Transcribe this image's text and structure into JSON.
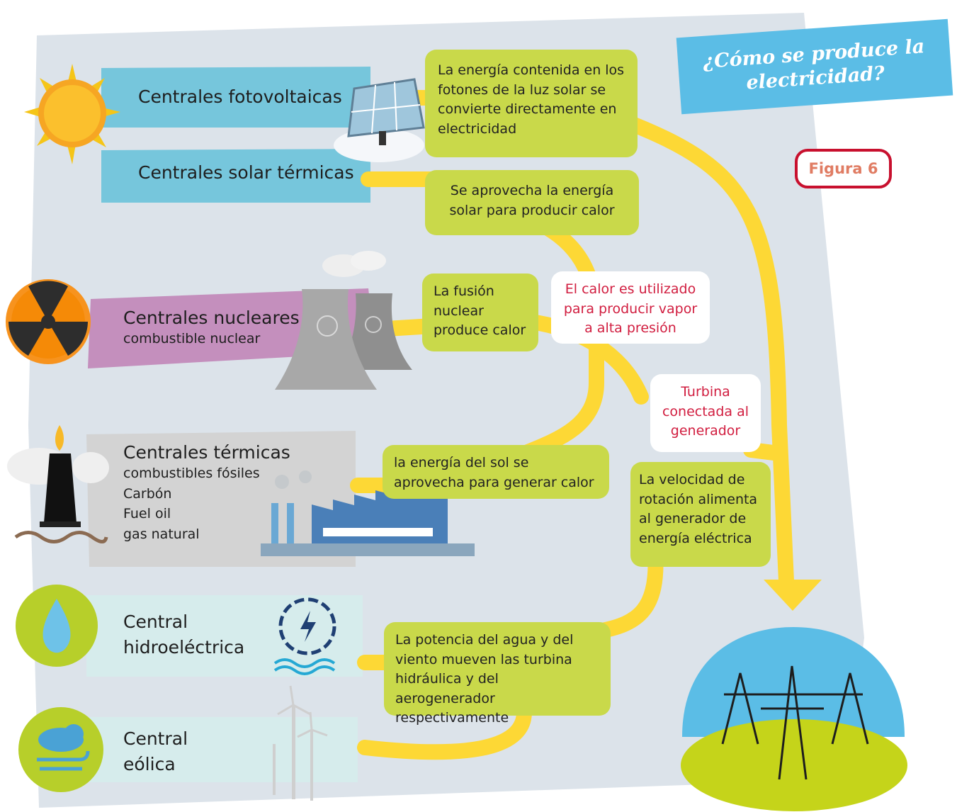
{
  "title": "¿Cómo se produce la electricidad?",
  "figure_label": "Figura 6",
  "sources": [
    {
      "name": "Centrales fotovoltaicas"
    },
    {
      "name": "Centrales solar térmicas"
    },
    {
      "name": "Centrales nucleares",
      "detail": "combustible nuclear"
    },
    {
      "name": "Centrales térmicas",
      "details": [
        "combustibles fósiles",
        "Carbón",
        "Fuel oil",
        "gas natural"
      ]
    },
    {
      "name": "Central hidroeléctrica",
      "lines": [
        "Central",
        "hidroeléctrica"
      ]
    },
    {
      "name": "Central eólica",
      "lines": [
        "Central",
        "eólica"
      ]
    }
  ],
  "processes": {
    "photovoltaic": "La energía contenida en los fotones de la luz solar se convierte directamente en electricidad",
    "solar_thermal": "Se aprovecha la energía solar para producir calor",
    "nuclear": "La fusión nuclear produce calor",
    "thermal": "la energía del sol se aprovecha para generar calor",
    "hydro_wind": "La potencia del agua y del viento mueven las turbina hidráulica y del aerogenerador respectivamente"
  },
  "steps": {
    "steam": "El calor es utilizado para producir vapor a alta presión",
    "turbine": "Turbina conectada al generador",
    "generator": "La velocidad de rotación alimenta al generador de energía eléctrica"
  },
  "colors": {
    "panel": "#dce3ea",
    "flow": "#fdd835",
    "note": "#c9d94a",
    "sky": "#5bbde6",
    "ground": "#c5d41a",
    "nuclear_band": "#c48fbd",
    "thermal_band": "#d3d3d3",
    "water_band": "#d6ecec",
    "red": "#d11d3f"
  },
  "icons": [
    "sun-icon",
    "solar-panel-icon",
    "radiation-icon",
    "cooling-tower-icon",
    "oil-rig-icon",
    "factory-icon",
    "water-drop-icon",
    "water-turbine-icon",
    "cloud-wind-icon",
    "wind-turbine-icon",
    "power-tower-icon"
  ]
}
